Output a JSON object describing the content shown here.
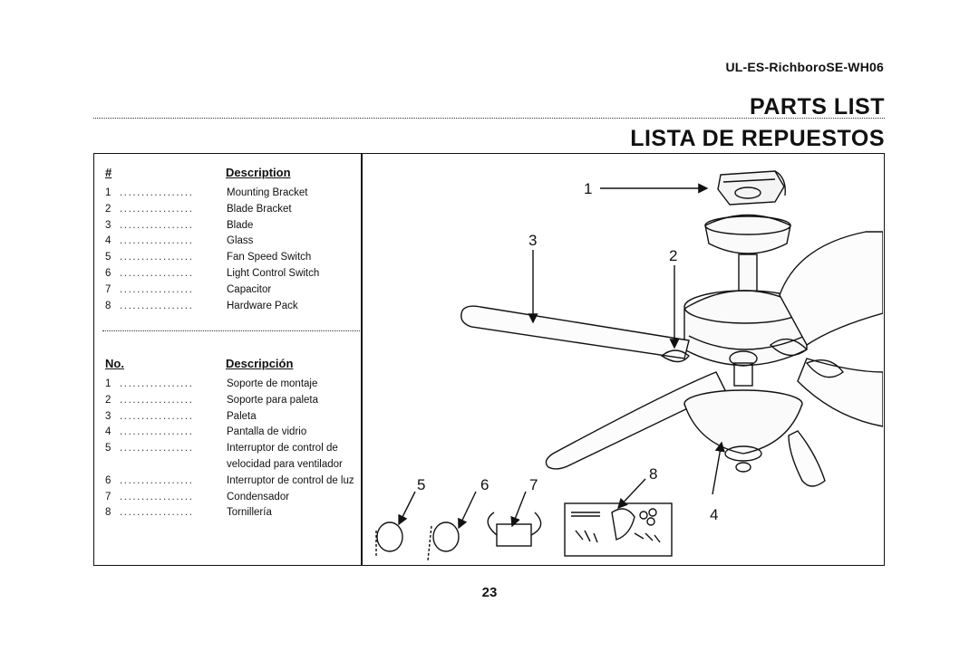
{
  "header": {
    "model": "UL-ES-RichboroSE-WH06",
    "title_en": "PARTS LIST",
    "title_es": "LISTA DE REPUESTOS"
  },
  "english": {
    "col_num": "#",
    "col_desc": "Description",
    "items": [
      {
        "num": "1",
        "text": "Mounting Bracket"
      },
      {
        "num": "2",
        "text": "Blade Bracket"
      },
      {
        "num": "3",
        "text": "Blade"
      },
      {
        "num": "4",
        "text": "Glass"
      },
      {
        "num": "5",
        "text": "Fan Speed Switch"
      },
      {
        "num": "6",
        "text": "Light Control Switch"
      },
      {
        "num": "7",
        "text": "Capacitor"
      },
      {
        "num": "8",
        "text": "Hardware Pack"
      }
    ]
  },
  "spanish": {
    "col_num": "No.",
    "col_desc": "Descripción",
    "items": [
      {
        "num": "1",
        "text": "Soporte de montaje"
      },
      {
        "num": "2",
        "text": "Soporte para paleta"
      },
      {
        "num": "3",
        "text": "Paleta"
      },
      {
        "num": "4",
        "text": "Pantalla de vidrio"
      },
      {
        "num": "5",
        "text": "Interruptor de control de"
      },
      {
        "num": "",
        "text": "velocidad para ventilador"
      },
      {
        "num": "6",
        "text": "Interruptor de control de luz"
      },
      {
        "num": "7",
        "text": "Condensador"
      },
      {
        "num": "8",
        "text": "Tornillería"
      }
    ]
  },
  "dots": ".................",
  "callouts": [
    "1",
    "2",
    "3",
    "4",
    "5",
    "6",
    "7",
    "8"
  ],
  "page_number": "23"
}
